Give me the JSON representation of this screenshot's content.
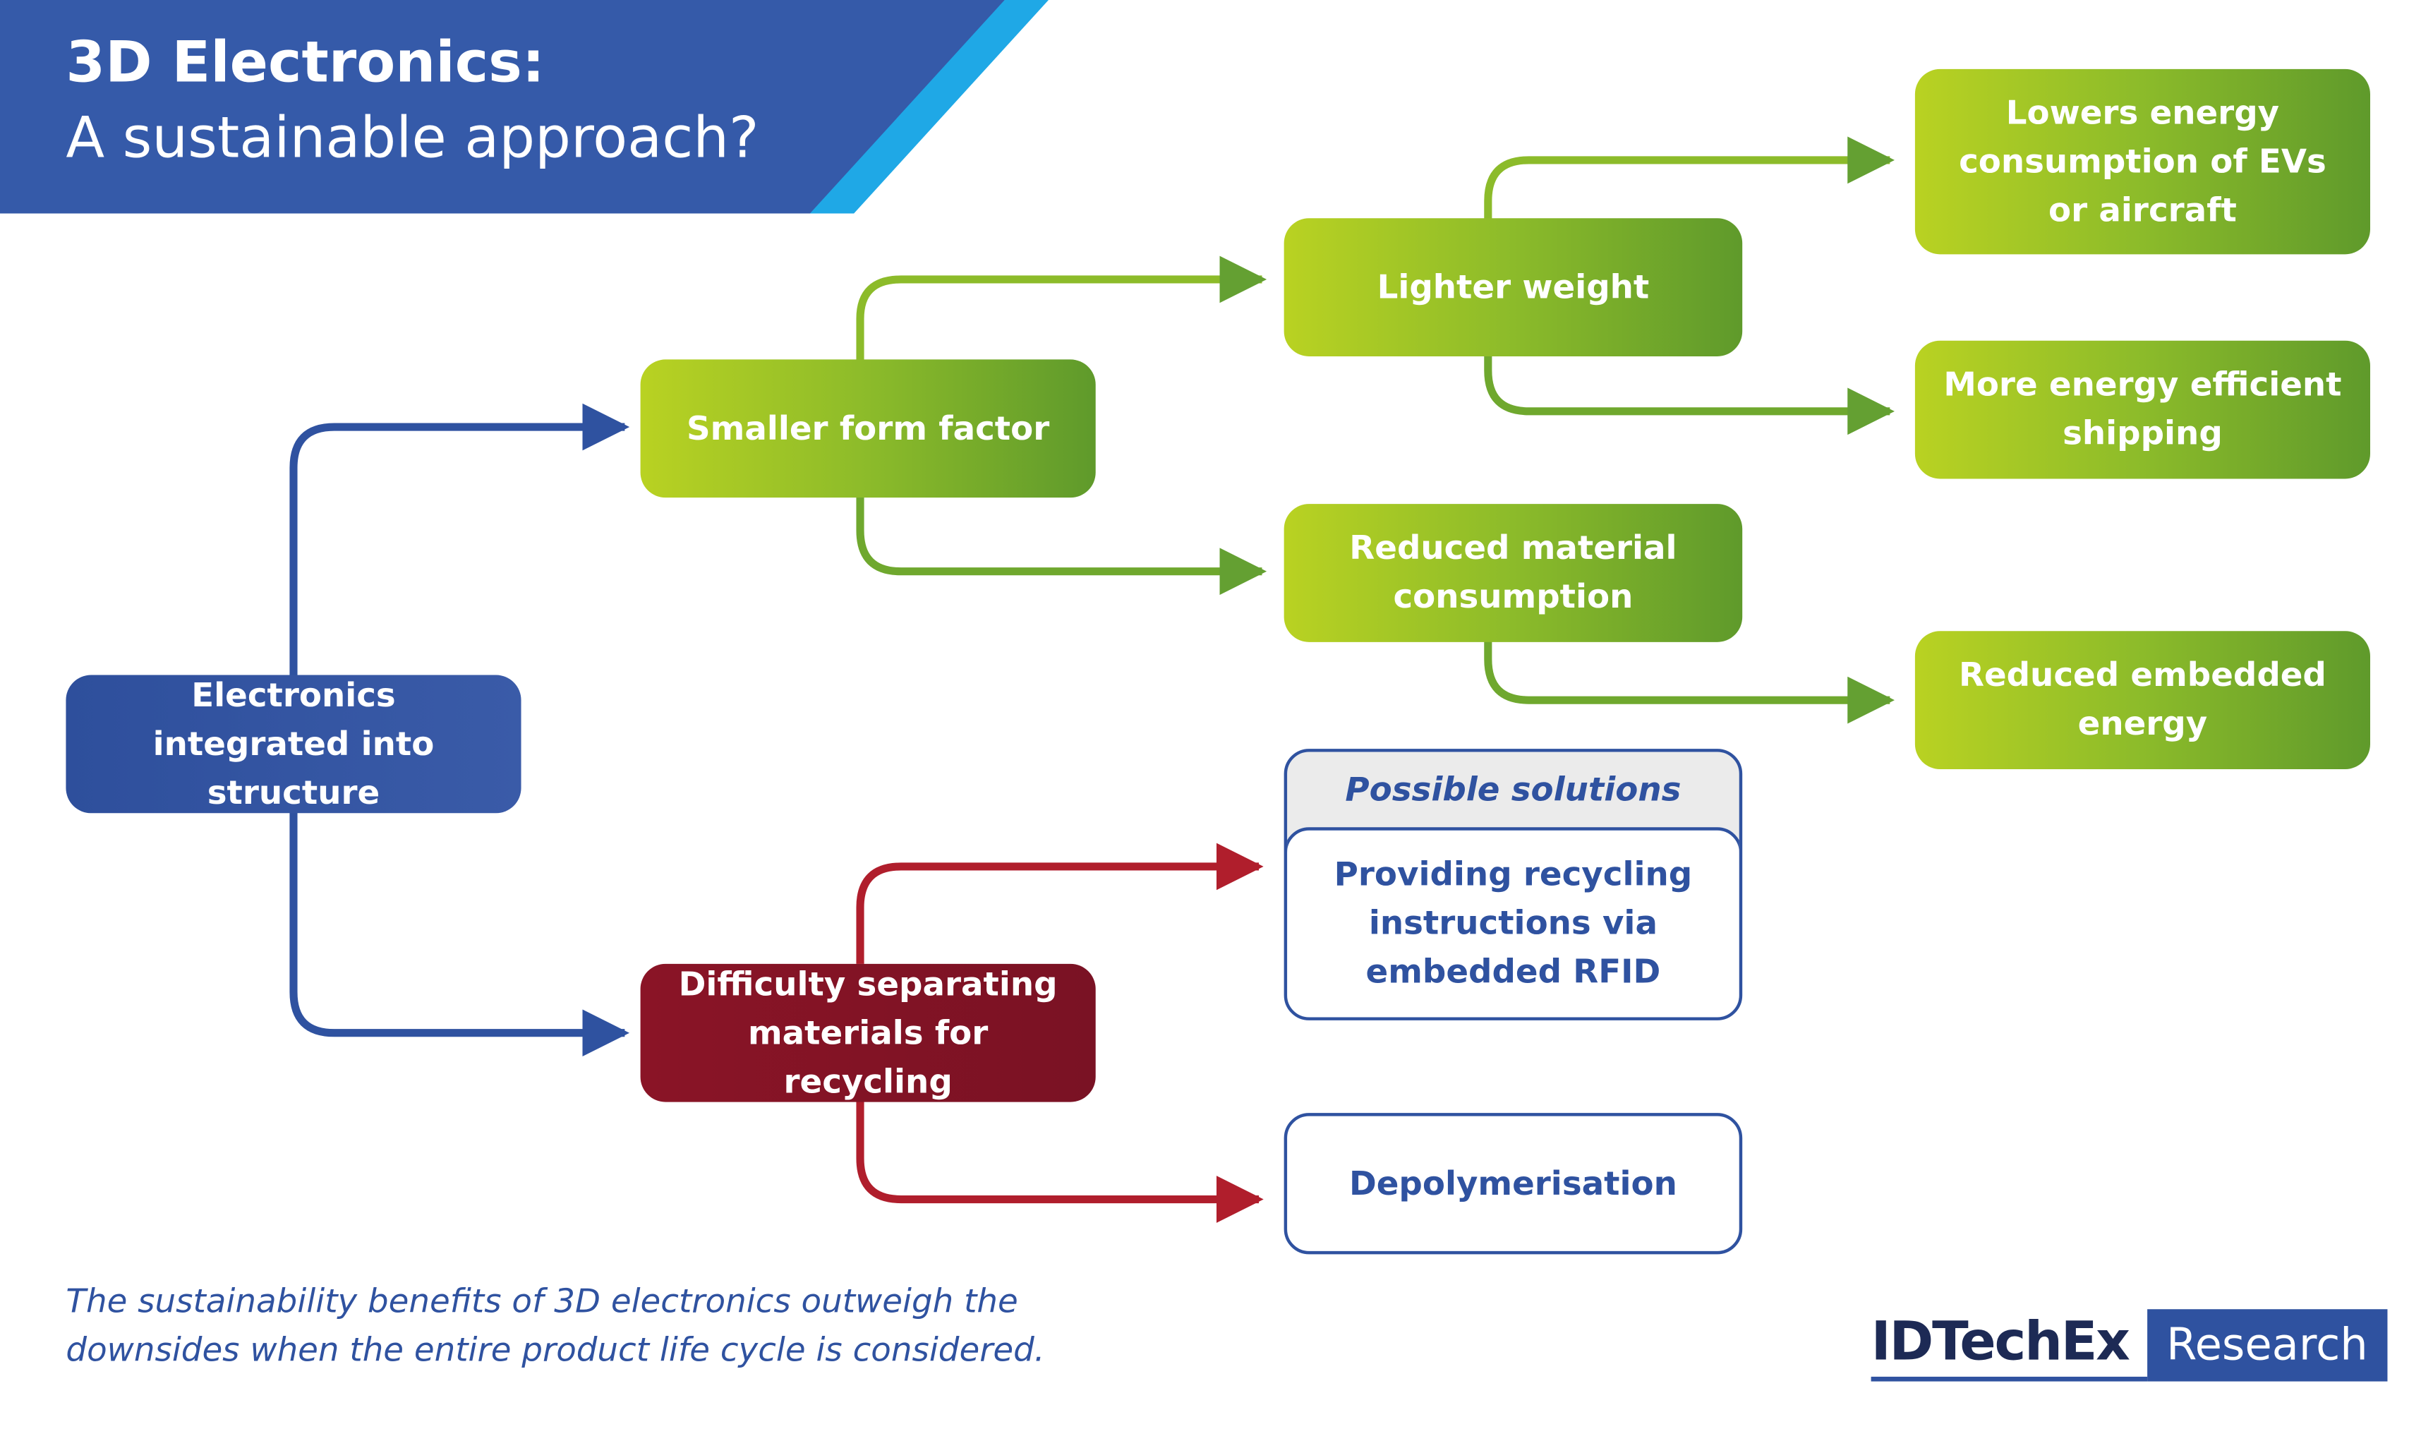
{
  "title": {
    "line1": "3D Electronics:",
    "line2": "A sustainable approach?"
  },
  "colors": {
    "banner_dark": "#355aa9",
    "banner_light": "#1fa8e6",
    "green_start": "#b9d222",
    "green_end": "#5f9a2b",
    "blue": "#2e4f9c",
    "red": "#8a1426",
    "text_blue": "#2f52a0"
  },
  "nodes": {
    "root": "Electronics integrated into structure",
    "smaller_form_factor": "Smaller form factor",
    "difficulty_recycling": "Difficulty separating materials for recycling",
    "lighter_weight": "Lighter weight",
    "reduced_material": "Reduced material consumption",
    "lowers_energy_evs": "Lowers energy consumption of EVs or aircraft",
    "efficient_shipping": "More energy efficient shipping",
    "reduced_embedded": "Reduced embedded energy",
    "possible_solutions": "Possible solutions",
    "rfid_instructions": "Providing recycling instructions via embedded RFID",
    "depolymerisation": "Depolymerisation"
  },
  "footer": {
    "note": "The sustainability benefits of 3D electronics outweigh the downsides when the entire product life cycle is considered.",
    "logo_brand": "IDTechEx",
    "logo_tag": "Research"
  }
}
